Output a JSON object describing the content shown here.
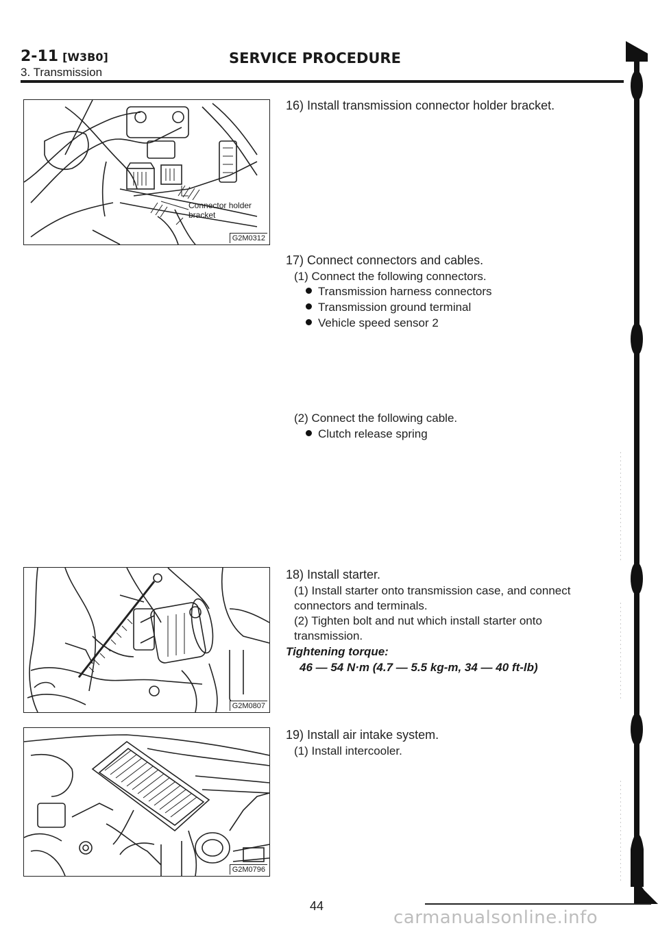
{
  "header": {
    "section_code": "2-11",
    "section_tag": "[W3B0]",
    "subsection": "3. Transmission",
    "title": "SERVICE PROCEDURE"
  },
  "figures": [
    {
      "code": "G2M0312",
      "label_line1": "Connector holder",
      "label_line2": "bracket"
    },
    {
      "code": "G2M0807"
    },
    {
      "code": "G2M0796"
    }
  ],
  "steps": {
    "s16": "16) Install transmission connector holder bracket.",
    "s17": "17) Connect connectors and cables.",
    "s17_1": "(1) Connect the following connectors.",
    "s17_1_b1": "Transmission harness connectors",
    "s17_1_b2": "Transmission ground terminal",
    "s17_1_b3": "Vehicle speed sensor 2",
    "s17_2": "(2) Connect the following cable.",
    "s17_2_b1": "Clutch release spring",
    "s18": "18) Install starter.",
    "s18_1a": "(1) Install starter onto transmission case, and connect",
    "s18_1b": "connectors and terminals.",
    "s18_2a": "(2) Tighten bolt and nut which install starter onto",
    "s18_2b": "transmission.",
    "torque_heading": "Tightening torque:",
    "torque_value": "46 — 54 N·m (4.7 — 5.5 kg-m, 34 — 40 ft-lb)",
    "s19": "19) Install air intake system.",
    "s19_1": "(1) Install intercooler."
  },
  "page_number": "44",
  "footer": "carmanualsonline.info"
}
